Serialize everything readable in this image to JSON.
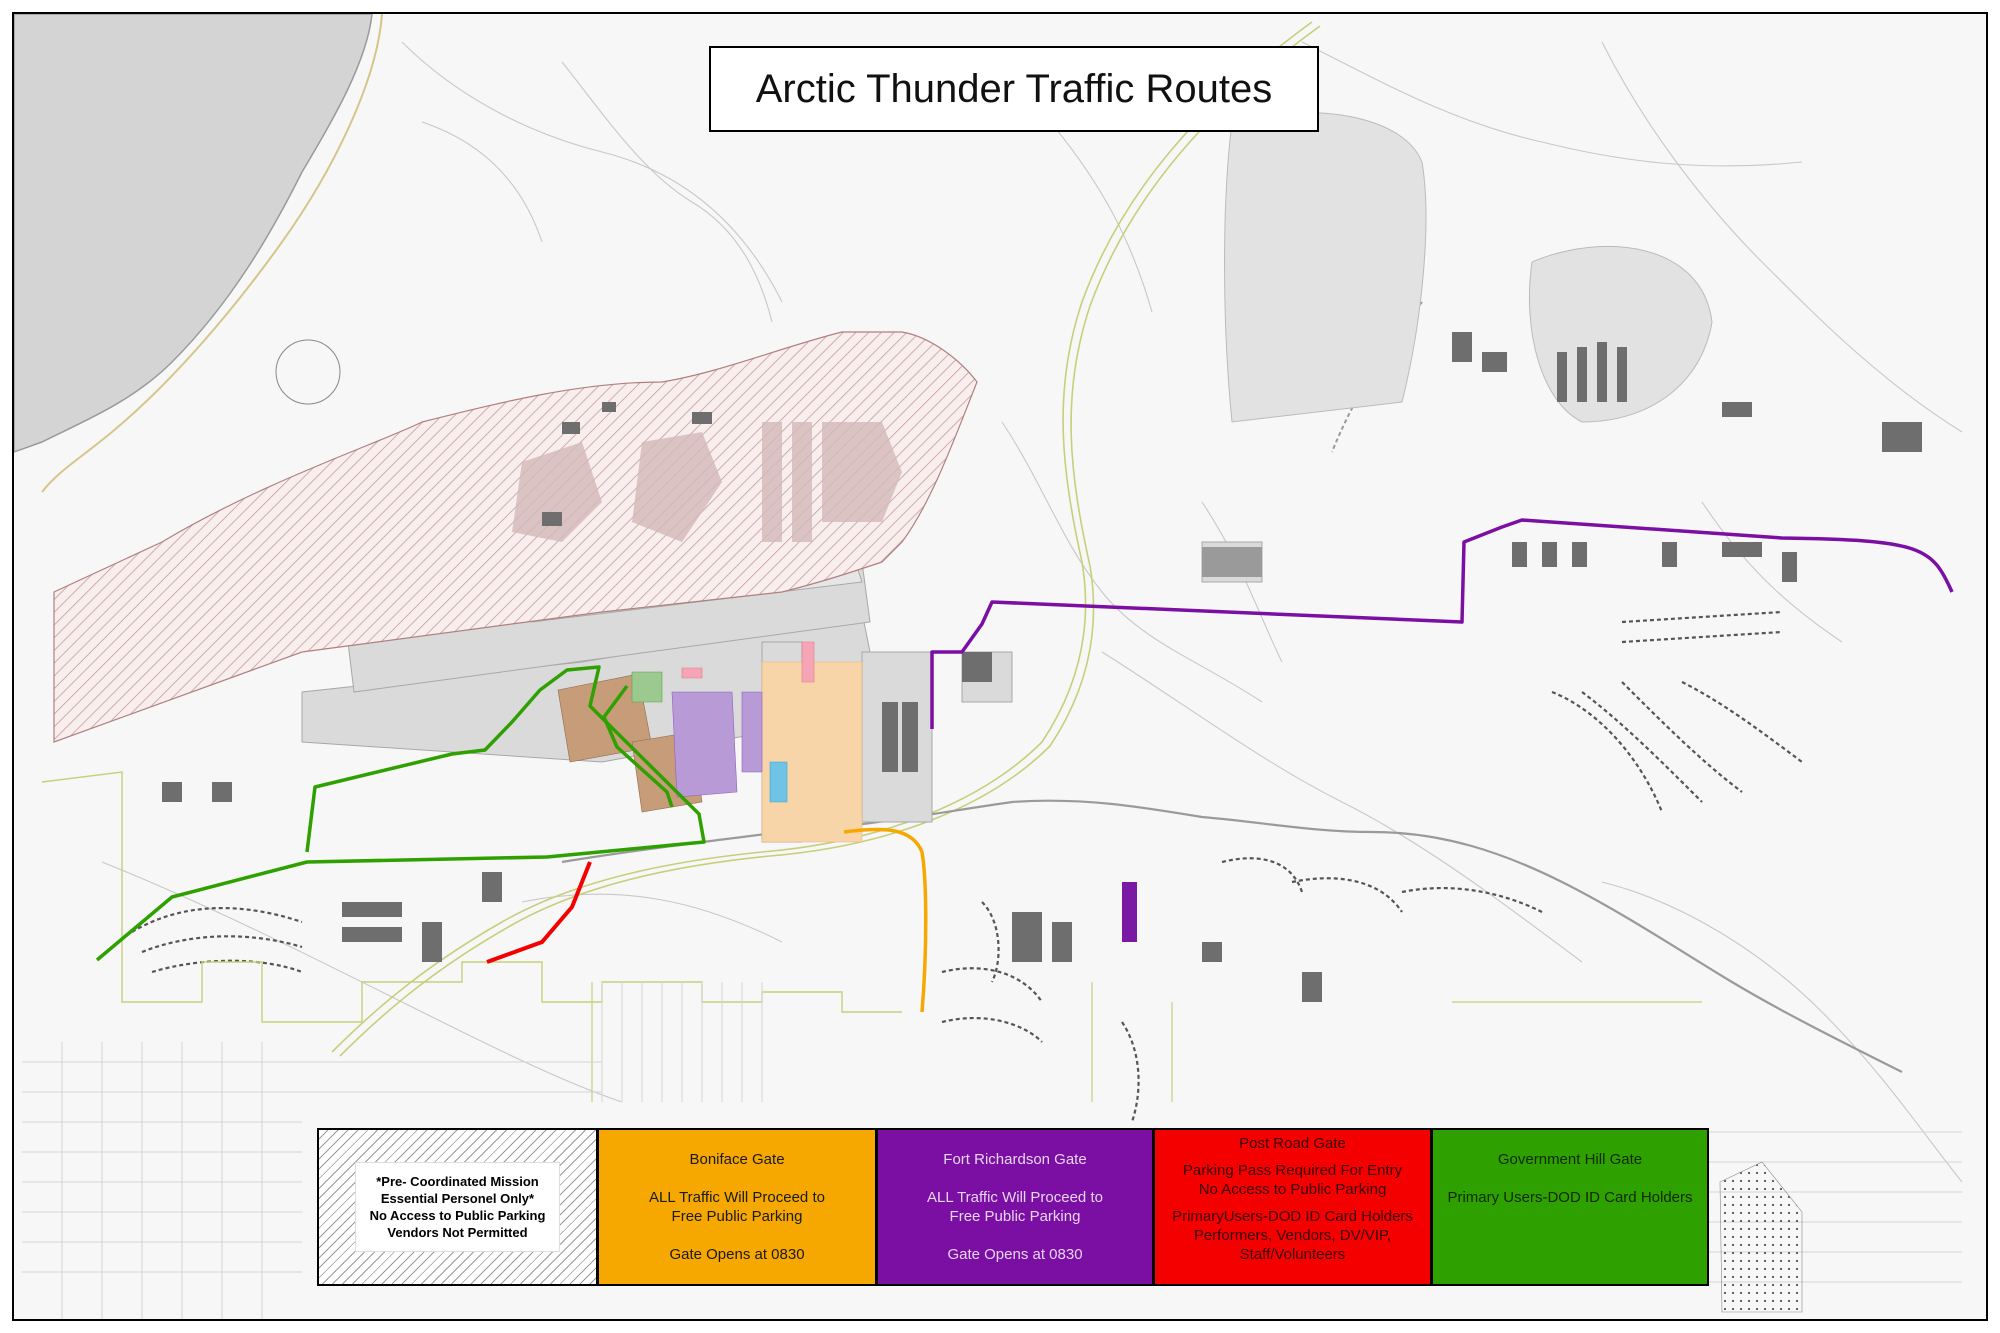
{
  "title": "Arctic Thunder Traffic Routes",
  "colors": {
    "boniface": "#f7a800",
    "fort_richardson": "#7b0fa4",
    "post_road": "#f40000",
    "government_hill": "#2ea000",
    "water": "#d4d4d4",
    "restricted_hatch": "#c89a9a"
  },
  "legend": {
    "pre_coordinated": {
      "line1": "*Pre- Coordinated Mission",
      "line2": "Essential Personel Only*",
      "line3": "No Access to Public Parking",
      "line4": "Vendors Not Permitted"
    },
    "boniface": {
      "name": "Boniface Gate",
      "line1": "ALL Traffic Will Proceed to",
      "line2": "Free Public Parking",
      "line3": "Gate Opens at 0830"
    },
    "fort_richardson": {
      "name": "Fort Richardson Gate",
      "line1": "ALL Traffic Will Proceed to",
      "line2": "Free Public Parking",
      "line3": "Gate Opens at 0830"
    },
    "post_road": {
      "name": "Post Road Gate",
      "line1": "Parking Pass Required For Entry",
      "line2": "No Access to Public Parking",
      "line3": "PrimaryUsers-DOD ID Card Holders",
      "line4": "Performers, Vendors, DV/VIP,",
      "line5": "Staff/Volunteers"
    },
    "government_hill": {
      "name": "Government Hill Gate",
      "line1": "Primary Users-DOD ID Card Holders"
    }
  }
}
